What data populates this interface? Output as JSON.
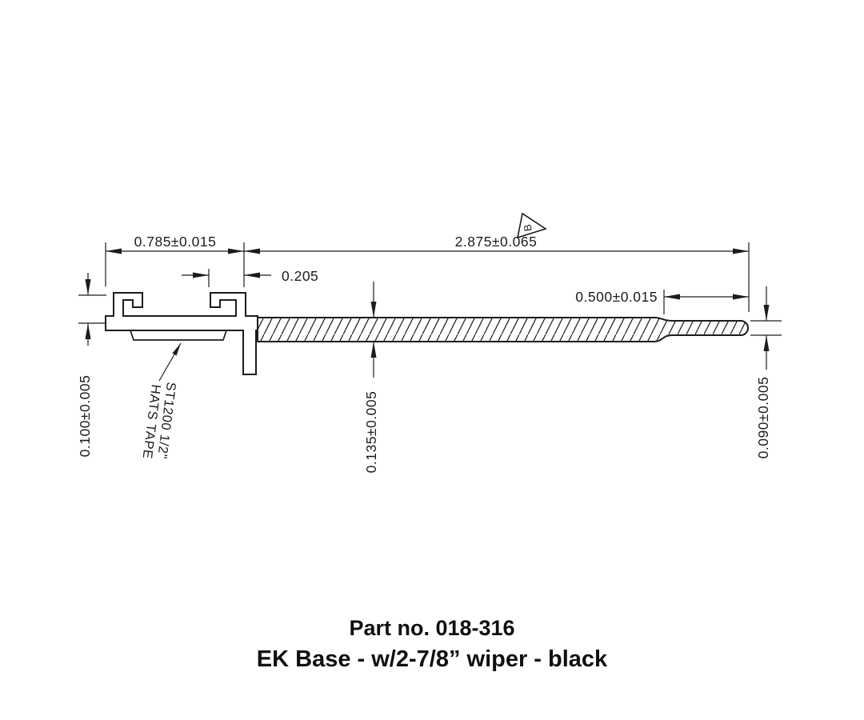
{
  "drawing": {
    "dimensions": {
      "base_width": "0.785±0.015",
      "wiper_length": "2.875±0.065",
      "slot_width": "0.205",
      "tip_length": "0.500±0.015",
      "base_height": "0.100±0.005",
      "blade_thickness": "0.135±0.005",
      "tip_thickness": "0.090±0.005"
    },
    "tape_note": {
      "line1": "ST1200 1/2\"",
      "line2": "HATS TAPE"
    },
    "revision_flag": "B",
    "title": {
      "part_no": "Part no. 018-316",
      "description": "EK Base - w/2-7/8” wiper - black"
    },
    "colors": {
      "ink": "#1c1c1c",
      "background": "#ffffff"
    }
  }
}
